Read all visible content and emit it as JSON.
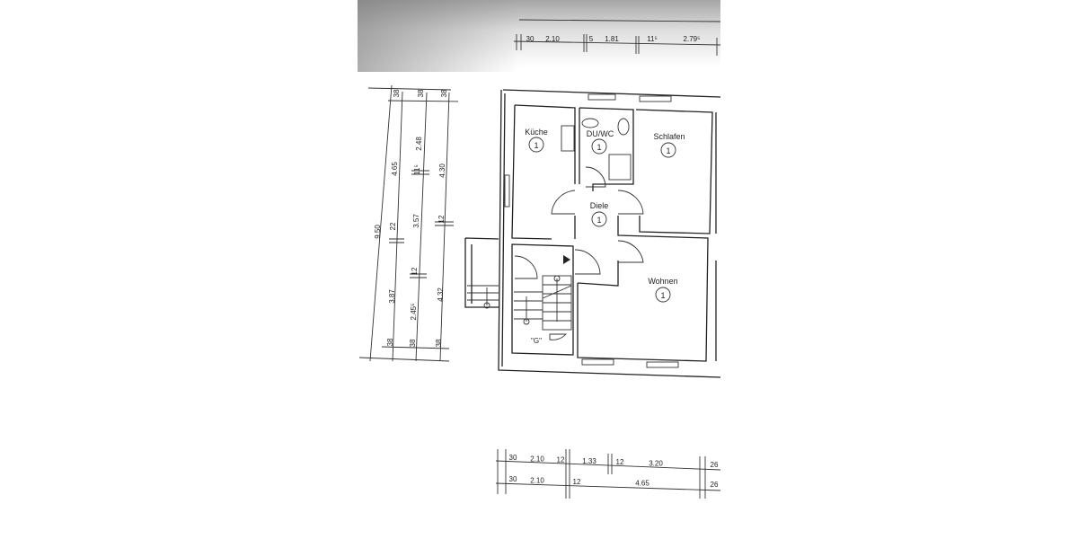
{
  "rooms": [
    {
      "name": "Küche",
      "number": "1"
    },
    {
      "name": "DU/WC",
      "number": "1"
    },
    {
      "name": "Schlafen",
      "number": "1"
    },
    {
      "name": "Diele",
      "number": "1"
    },
    {
      "name": "Wohnen",
      "number": "1"
    }
  ],
  "stair_label": "\"G\"",
  "dimensions": {
    "top": [
      "30",
      "2.10",
      "5",
      "1.81",
      "11⁵",
      "2.79⁵"
    ],
    "left_col1": [
      "9.50"
    ],
    "left_col2": [
      "38",
      "4.65",
      "22",
      "3.87",
      "38"
    ],
    "left_col3": [
      "38",
      "2.48",
      "11⁵",
      "3.57",
      "12",
      "2.45⁵",
      "38"
    ],
    "left_col4": [
      "38",
      "4.30",
      "12",
      "4.32",
      "38"
    ],
    "bottom_row1": [
      "30",
      "2.10",
      "12",
      "1.33",
      "12",
      "3.20",
      "26"
    ],
    "bottom_row2": [
      "30",
      "2.10",
      "12",
      "4.65",
      "26"
    ]
  },
  "colors": {
    "line": "#222222",
    "paper": "#ffffff",
    "scan_shade": "#969696"
  }
}
